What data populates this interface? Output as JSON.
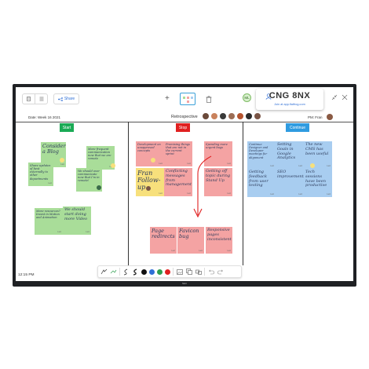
{
  "toolbar": {
    "share_label": "Share",
    "icons": [
      "document-icon",
      "grid-icon",
      "share-icon",
      "plus-icon",
      "trash-icon",
      "minimize-icon",
      "close-icon"
    ],
    "user_initials": "ML"
  },
  "join": {
    "code": "CNG 8NX",
    "url": "Join at app.flatfrog.com"
  },
  "board": {
    "date": "Date: Week 16 2021",
    "title": "Retrospective",
    "pm": "PM: Fran",
    "columns": [
      {
        "label": "Start",
        "color": "#1aaa55"
      },
      {
        "label": "Stop",
        "color": "#e02020"
      },
      {
        "label": "Continue",
        "color": "#2f9be0"
      }
    ]
  },
  "notes": {
    "start": {
      "n1": "Consider a Blog",
      "n2": "Share updates of best externally to other departments",
      "n3": "More frequent communication now that we are remote",
      "n4": "We should over communicate now that I'm in remote!",
      "n5": "More resources? Invest in Motion and Animation",
      "n6": "We should start doing more Video"
    },
    "stop": {
      "n1": "Development on unapproved concepts",
      "n2": "Promising things that are not in the current sprint",
      "n3": "Spending more urgent bugs",
      "n4": "Fran Follow-up",
      "n5": "Conflicting messages from management",
      "n6": "Getting off topic during Stand Up",
      "n7": "Page redirects",
      "n8": "Favicon bug",
      "n9": "Responsive pages inconsistent"
    },
    "continue": {
      "n1": "Continue Designer and Developer meetings for alignment",
      "n2": "Setting Goals in Google Analytics",
      "n3": "The new CMS has been useful",
      "n4": "Getting feedback from user testing",
      "n5": "SEO improvements",
      "n6": "Tech sessions have been productive"
    }
  },
  "status": {
    "time": "12:15 PM"
  },
  "palette": {
    "colors": [
      "#111111",
      "#2f6fd6",
      "#2e9e4f",
      "#e02020"
    ]
  },
  "brand": "NEC"
}
